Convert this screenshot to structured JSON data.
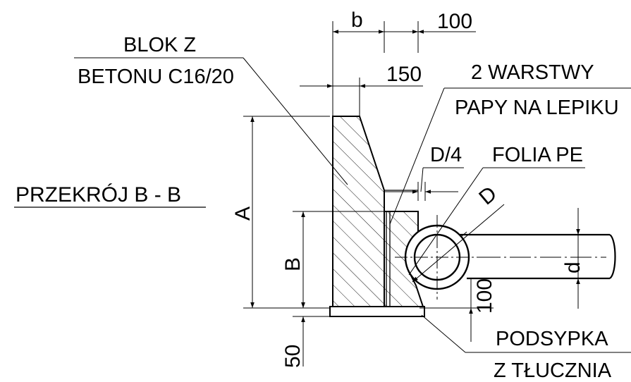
{
  "section_title": "PRZEKRÓJ   B - B",
  "labels": {
    "block_line1": "BLOK Z",
    "block_line2": "BETONU C16/20",
    "membrane_line1": "2 WARSTWY",
    "membrane_line2": "PAPY NA LEPIKU",
    "foil": "FOLIA PE",
    "bedding_line1": "PODSYPKA",
    "bedding_line2": "Z TŁUCZNIA"
  },
  "dimensions": {
    "b": "b",
    "d100_top": "100",
    "d150": "150",
    "d_quarter": "D/4",
    "D": "D",
    "A": "A",
    "B": "B",
    "d": "d",
    "d100_right": "100",
    "d50": "50"
  }
}
